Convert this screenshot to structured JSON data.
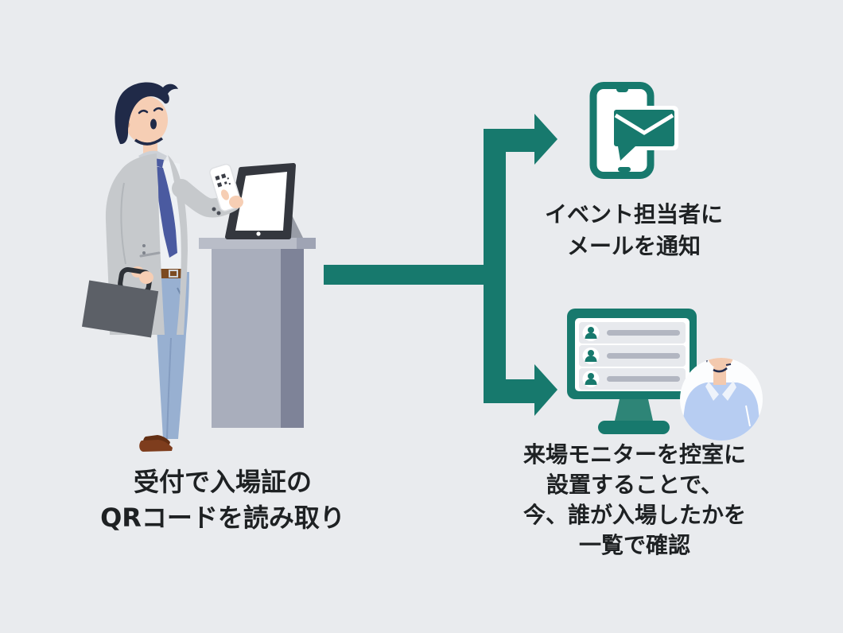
{
  "scene": {
    "description": "Event reception QR check-in flow infographic",
    "background_color": "#e9ebee"
  },
  "colors": {
    "teal": "#17796d",
    "teal_light": "#2e8577",
    "text": "#1e2123",
    "white": "#ffffff",
    "hair_navy": "#202a48",
    "skin": "#f6ceb4",
    "suit_gray": "#c6c9cc",
    "shirt_white": "#eef1f4",
    "collar_gray": "#cdd1d7",
    "tie_blue": "#4a5aa0",
    "belt_brown": "#7c4a21",
    "pants_blue": "#98b0d1",
    "shoe_brown": "#7e3d1d",
    "briefcase_gray": "#5c6067",
    "podium_gray": "#a9aebc",
    "podium_shade": "#7e8398",
    "podium_top": "#b9bdc8",
    "tablet_dark": "#34373e",
    "list_row_bg": "#e7e9ed",
    "list_bar_gray": "#b2b6c1",
    "avatar_shirt": "#b7cdf2",
    "avatar_skin": "#f3c9ae",
    "avatar_hair": "#232d4f"
  },
  "captions": {
    "kiosk": {
      "lines": [
        "受付で入場証の",
        "QRコードを読み取り"
      ]
    },
    "email": {
      "lines": [
        "イベント担当者に",
        "メールを通知"
      ]
    },
    "monitor": {
      "lines": [
        "来場モニターを控室に",
        "設置することで、",
        "今、誰が入場したかを",
        "一覧で確認"
      ]
    }
  },
  "icons": {
    "branch_arrow": "flow arrow splitting into two outcomes",
    "smartphone_mail": "smartphone with mail notification",
    "visitor_monitor": "monitor showing visitor list",
    "avatar_viewer": "man viewing the visitor monitor",
    "qr_phone": "smartphone showing QR code",
    "checkin_tablet": "tablet QR reader on reception stand"
  },
  "monitor_list": {
    "rows": 3
  }
}
